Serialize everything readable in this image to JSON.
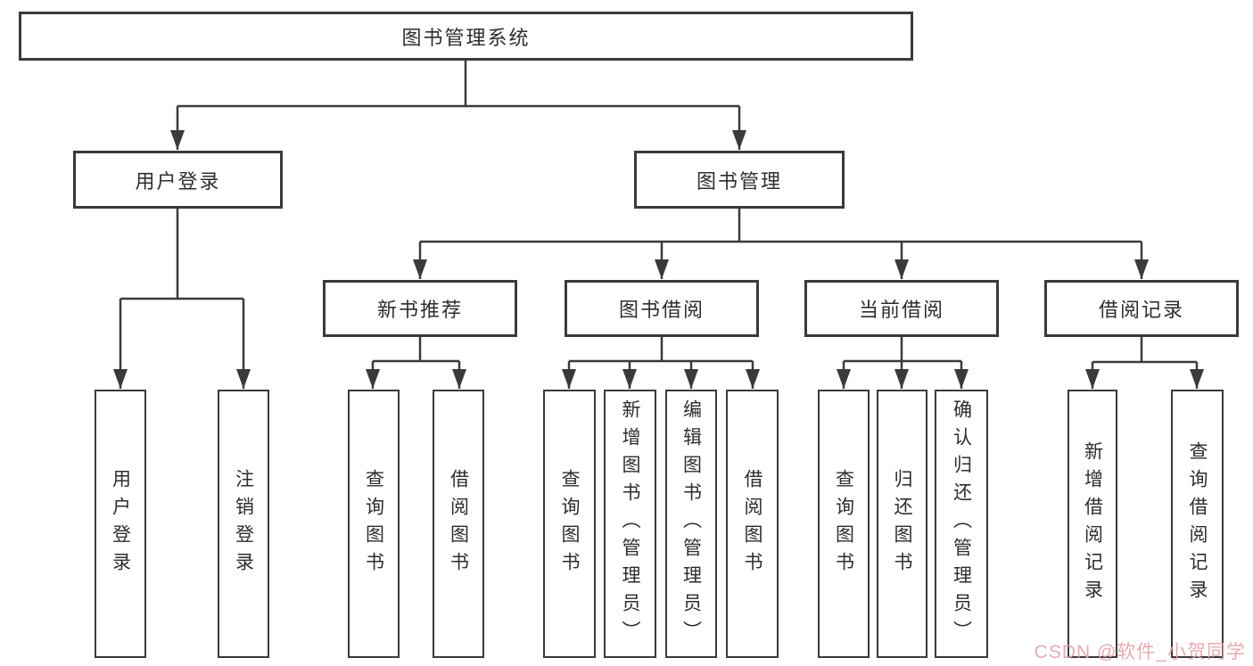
{
  "diagram": {
    "colors": {
      "line": "#3a3a3a",
      "text": "#2d2d2d",
      "background": "#ffffff",
      "watermark": "#e2a0a7"
    },
    "nodes": {
      "root": "图书管理系统",
      "level2": {
        "user": "用户登录",
        "book": "图书管理"
      },
      "level3": [
        "新书推荐",
        "图书借阅",
        "当前借阅",
        "借阅记录"
      ],
      "leaves": {
        "user": [
          "用户登录",
          "注销登录"
        ],
        "newbook": [
          "查询图书",
          "借阅图书"
        ],
        "borrow": [
          "查询图书",
          "新增图书（管理员）",
          "编辑图书（管理员）",
          "借阅图书"
        ],
        "current": [
          "查询图书",
          "归还图书",
          "确认归还（管理员）"
        ],
        "record": [
          "新增借阅记录",
          "查询借阅记录"
        ]
      }
    },
    "watermark": "CSDN @软件_小贺同学"
  }
}
